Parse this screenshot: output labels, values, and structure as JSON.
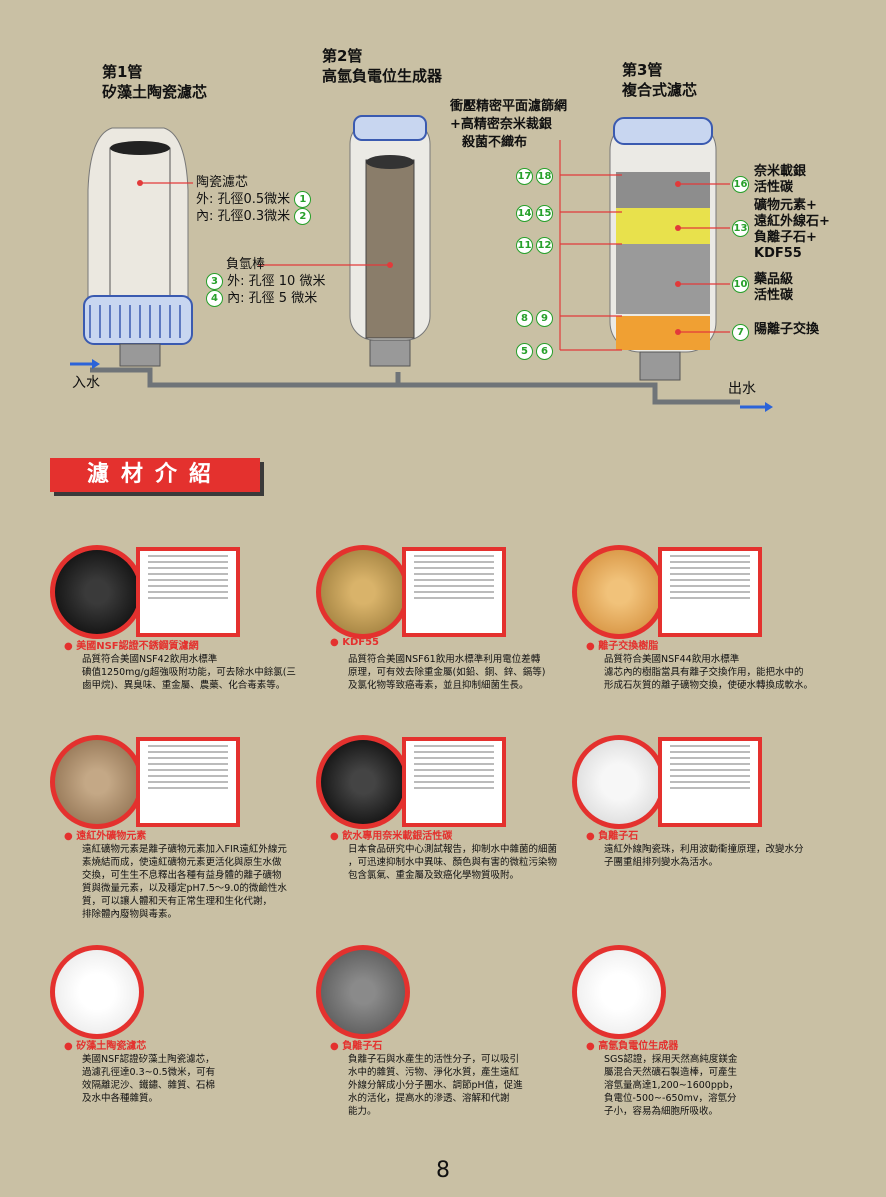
{
  "tubes": {
    "tube1": {
      "title_line1": "第1管",
      "title_line2": "矽藻土陶瓷濾芯",
      "label": "陶瓷濾芯",
      "outer": "外: 孔徑0.5微米",
      "inner": "內: 孔徑0.3微米",
      "num_outer": "1",
      "num_inner": "2"
    },
    "tube2": {
      "title_line1": "第2管",
      "title_line2": "高氫負電位生成器",
      "label": "負氫棒",
      "outer": "外: 孔徑 10 微米",
      "inner": "內: 孔徑 5 微米",
      "num_outer": "3",
      "num_inner": "4"
    },
    "tube3": {
      "title_line1": "第3管",
      "title_line2": "複合式濾芯",
      "top_note_1": "衝壓精密平面濾篩網",
      "top_note_2": "+高精密奈米裁銀",
      "top_note_3": "殺菌不織布",
      "left_nums": [
        [
          "17",
          "18"
        ],
        [
          "14",
          "15"
        ],
        [
          "11",
          "12"
        ],
        [
          "8",
          "9"
        ],
        [
          "5",
          "6"
        ]
      ],
      "layers": [
        {
          "num": "16",
          "text": "奈米載銀\n活性碳"
        },
        {
          "num": "13",
          "text": "礦物元素+\n遠紅外線石+\n負離子石+\nKDF55"
        },
        {
          "num": "10",
          "text": "藥品級\n活性碳"
        },
        {
          "num": "7",
          "text": "陽離子交換"
        }
      ]
    },
    "water_in": "入水",
    "water_out": "出水"
  },
  "section_title": "濾材介紹",
  "materials": [
    {
      "title": "美國NSF認證不銹鋼質濾網",
      "desc": "品質符合美國NSF42飲用水標準\n碘值1250mg/g超強吸附功能，可去除水中餘氯(三\n鹵甲烷)、異臭味、重金屬、農藥、化合毒素等。"
    },
    {
      "title": "KDF55",
      "desc": "品質符合美國NSF61飲用水標準利用電位差轉\n原理，可有效去除重金屬(如鉛、銅、鋅、鎘等)\n及氯化物等致癌毒素，並且抑制細菌生長。"
    },
    {
      "title": "離子交換樹脂",
      "desc": "品質符合美國NSF44飲用水標準\n濾芯內的樹脂當具有離子交換作用，能把水中的\n形成石灰質的離子礦物交換，使硬水轉換成軟水。"
    },
    {
      "title": "遠紅外礦物元素",
      "desc": "遠紅礦物元素是離子礦物元素加入FIR遠紅外線元\n素燒結而成，使遠紅礦物元素更活化與原生水做\n交換，可生生不息釋出各種有益身體的離子礦物\n質與微量元素，以及穩定pH7.5～9.0的微鹼性水\n質，可以讓人體和天有正常生理和生化代謝，\n排除體內廢物與毒素。"
    },
    {
      "title": "飲水專用奈米載銀活性碳",
      "desc": "日本食品研究中心測試報告，抑制水中雜菌的細菌\n，可迅速抑制水中異味、顏色與有害的微粒污染物\n包含氯氣、重金屬及致癌化學物質吸附。"
    },
    {
      "title": "負離子石",
      "desc": "遠紅外線陶瓷珠，利用波動衝撞原理，改變水分\n子團重組排列變水為活水。"
    },
    {
      "title": "矽藻土陶瓷濾芯",
      "desc": "美國NSF認證矽藻土陶瓷濾芯，\n過濾孔徑達0.3~0.5微米，可有\n效隔離泥沙、鐵鏽、雜質、石棉\n及水中各種雜質。"
    },
    {
      "title": "負離子石",
      "desc": "負離子石與水產生的活性分子，可以吸引\n水中的雜質、污物、淨化水質，產生遠紅\n外線分解成小分子團水、調節pH值，促進\n水的活化，提高水的滲透、溶解和代謝\n能力。"
    },
    {
      "title": "高氫負電位生成器",
      "desc": "SGS認證，採用天然高純度鎂金\n屬混合天然礦石製造棒，可產生\n溶氫量高達1,200~1600ppb，\n負電位-500~-650mv，溶氫分\n子小，容易為細胞所吸收。"
    }
  ],
  "page_number": "8",
  "colors": {
    "background": "#c9c0a4",
    "accent": "#e4312e",
    "number_green": "#27a02a",
    "pipe": "#6f7478"
  }
}
